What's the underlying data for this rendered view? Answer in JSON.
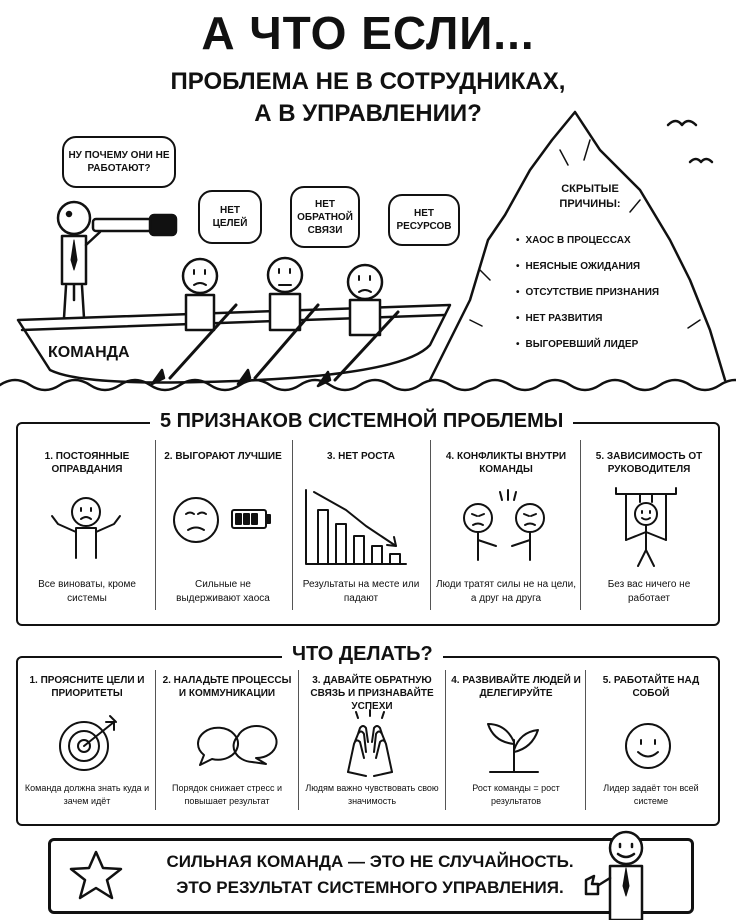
{
  "header": {
    "title": "А ЧТО ЕСЛИ...",
    "subtitle_line1": "ПРОБЛЕМА НЕ В СОТРУДНИКАХ,",
    "subtitle_line2": "А В УПРАВЛЕНИИ?"
  },
  "scene": {
    "leader_speech": "НУ ПОЧЕМУ ОНИ НЕ РАБОТАЮТ?",
    "bubbles": [
      "НЕТ ЦЕЛЕЙ",
      "НЕТ ОБРАТНОЙ СВЯЗИ",
      "НЕТ РЕСУРСОВ"
    ],
    "boat_label": "КОМАНДА",
    "iceberg_title": "СКРЫТЫЕ ПРИЧИНЫ:",
    "iceberg_items": [
      "ХАОС В ПРОЦЕССАХ",
      "НЕЯСНЫЕ ОЖИДАНИЯ",
      "ОТСУТСТВИЕ ПРИЗНАНИЯ",
      "НЕТ РАЗВИТИЯ",
      "ВЫГОРЕВШИЙ ЛИДЕР"
    ]
  },
  "signs": {
    "title": "5 ПРИЗНАКОВ СИСТЕМНОЙ ПРОБЛЕМЫ",
    "items": [
      {
        "head": "1. ПОСТОЯННЫЕ ОПРАВДАНИЯ",
        "foot": "Все виноваты, кроме системы",
        "icon": "shrugging-person-icon"
      },
      {
        "head": "2. ВЫГОРАЮТ ЛУЧШИЕ",
        "foot": "Сильные не выдерживают хаоса",
        "icon": "tired-face-low-battery-icon"
      },
      {
        "head": "3. НЕТ РОСТА",
        "foot": "Результаты на месте или падают",
        "icon": "declining-chart-icon"
      },
      {
        "head": "4. КОНФЛИКТЫ ВНУТРИ КОМАНДЫ",
        "foot": "Люди тратят силы не на цели, а друг на друга",
        "icon": "arguing-people-icon"
      },
      {
        "head": "5. ЗАВИСИМОСТЬ ОТ РУКОВОДИТЕЛЯ",
        "foot": "Без вас ничего не работает",
        "icon": "puppet-icon"
      }
    ]
  },
  "actions": {
    "title": "ЧТО ДЕЛАТЬ?",
    "items": [
      {
        "head": "1. ПРОЯСНИТЕ ЦЕЛИ И ПРИОРИТЕТЫ",
        "foot": "Команда должна знать куда и зачем идёт",
        "icon": "target-icon"
      },
      {
        "head": "2. НАЛАДЬТЕ ПРОЦЕССЫ И КОММУНИКАЦИИ",
        "foot": "Порядок снижает стресс и повышает результат",
        "icon": "speech-bubbles-icon"
      },
      {
        "head": "3. ДАВАЙТЕ ОБРАТНУЮ СВЯЗЬ И ПРИЗНАВАЙТЕ УСПЕХИ",
        "foot": "Людям важно чувствовать свою значимость",
        "icon": "clapping-hands-icon"
      },
      {
        "head": "4. РАЗВИВАЙТЕ ЛЮДЕЙ И ДЕЛЕГИРУЙТЕ",
        "foot": "Рост команды = рост результатов",
        "icon": "sprout-icon"
      },
      {
        "head": "5. РАБОТАЙТЕ НАД СОБОЙ",
        "foot": "Лидер задаёт тон всей системе",
        "icon": "smiley-icon"
      }
    ]
  },
  "footer": {
    "line1": "СИЛЬНАЯ КОМАНДА — ЭТО НЕ СЛУЧАЙНОСТЬ.",
    "line2": "ЭТО РЕЗУЛЬТАТ СИСТЕМНОГО УПРАВЛЕНИЯ."
  }
}
